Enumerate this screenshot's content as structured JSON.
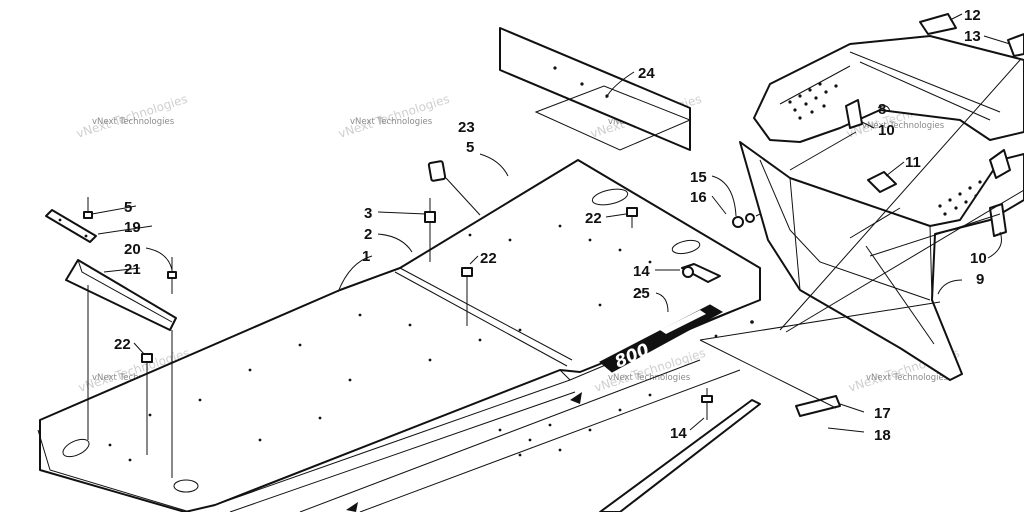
{
  "diagram": {
    "callouts": [
      {
        "id": "c1",
        "label": "1"
      },
      {
        "id": "c2",
        "label": "2"
      },
      {
        "id": "c3",
        "label": "3"
      },
      {
        "id": "c5a",
        "label": "5"
      },
      {
        "id": "c5b",
        "label": "5"
      },
      {
        "id": "c8",
        "label": "8"
      },
      {
        "id": "c9",
        "label": "9"
      },
      {
        "id": "c10a",
        "label": "10"
      },
      {
        "id": "c10b",
        "label": "10"
      },
      {
        "id": "c11",
        "label": "11"
      },
      {
        "id": "c12",
        "label": "12"
      },
      {
        "id": "c13",
        "label": "13"
      },
      {
        "id": "c14a",
        "label": "14"
      },
      {
        "id": "c14b",
        "label": "14"
      },
      {
        "id": "c15",
        "label": "15"
      },
      {
        "id": "c16",
        "label": "16"
      },
      {
        "id": "c17",
        "label": "17"
      },
      {
        "id": "c18",
        "label": "18"
      },
      {
        "id": "c19",
        "label": "19"
      },
      {
        "id": "c20",
        "label": "20"
      },
      {
        "id": "c21",
        "label": "21"
      },
      {
        "id": "c22a",
        "label": "22"
      },
      {
        "id": "c22b",
        "label": "22"
      },
      {
        "id": "c22c",
        "label": "22"
      },
      {
        "id": "c23",
        "label": "23"
      },
      {
        "id": "c24",
        "label": "24"
      },
      {
        "id": "c25",
        "label": "25"
      }
    ],
    "watermark": "vNext Technologies",
    "decal_logo": "800"
  },
  "colors": {
    "line": "#111111",
    "background": "#ffffff",
    "watermark": "#8a8a8a"
  }
}
